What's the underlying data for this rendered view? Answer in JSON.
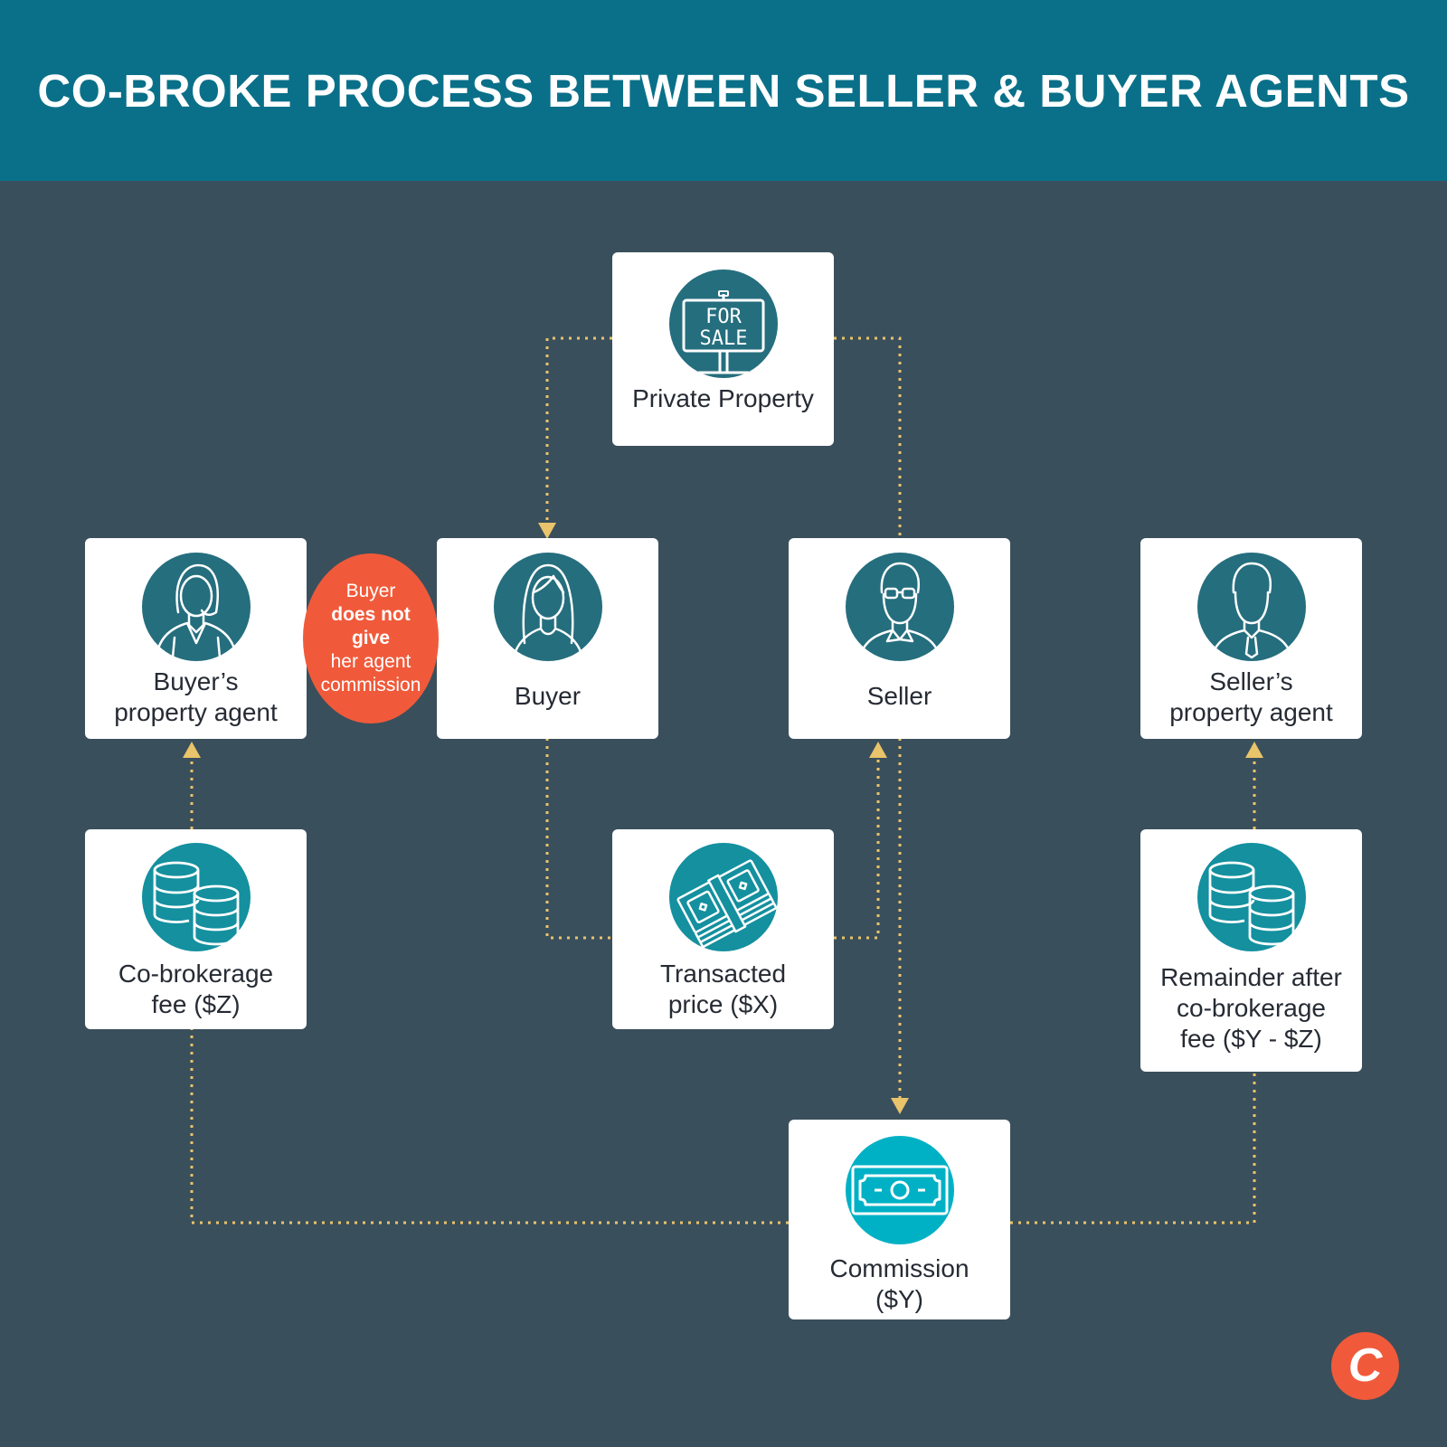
{
  "title": "CO-BROKE PROCESS BETWEEN SELLER & BUYER AGENTS",
  "colors": {
    "header_bg": "#0a7089",
    "background": "#3a4f5c",
    "box_bg": "#ffffff",
    "icon_dark": "#256e7e",
    "icon_teal": "#14909f",
    "icon_bright": "#00b1c5",
    "connector": "#e9c46a",
    "accent": "#f05a3a"
  },
  "nodes": {
    "private_property": {
      "icon": "for-sale-sign-icon",
      "sign_line1": "FOR",
      "sign_line2": "SALE",
      "label": "Private Property"
    },
    "buyer_agent": {
      "icon": "female-agent-icon",
      "label_line1": "Buyer’s",
      "label_line2": "property agent"
    },
    "buyer": {
      "icon": "female-buyer-icon",
      "label": "Buyer"
    },
    "seller": {
      "icon": "male-seller-icon",
      "label": "Seller"
    },
    "seller_agent": {
      "icon": "male-agent-icon",
      "label_line1": "Seller’s",
      "label_line2": "property agent"
    },
    "cobrokerage_fee": {
      "icon": "coin-stacks-icon",
      "label_line1": "Co-brokerage",
      "label_line2": "fee ($Z)"
    },
    "transacted_price": {
      "icon": "cash-bundle-icon",
      "label_line1": "Transacted",
      "label_line2": "price ($X)"
    },
    "remainder": {
      "icon": "coin-stacks-icon",
      "label_line1": "Remainder after",
      "label_line2": "co-brokerage",
      "label_line3": "fee ($Y - $Z)"
    },
    "commission": {
      "icon": "banknote-icon",
      "label_line1": "Commission",
      "label_line2": "($Y)"
    }
  },
  "note": {
    "line1": "Buyer",
    "line2": "does not",
    "line3": "give",
    "line4": "her agent",
    "line5": "commission"
  },
  "connections": [
    {
      "from": "private_property",
      "to": "buyer"
    },
    {
      "from": "private_property",
      "to": "seller"
    },
    {
      "from": "buyer",
      "to": "transacted_price"
    },
    {
      "from": "transacted_price",
      "to": "seller"
    },
    {
      "from": "seller",
      "to": "commission"
    },
    {
      "from": "commission",
      "to": "cobrokerage_fee"
    },
    {
      "from": "commission",
      "to": "remainder"
    },
    {
      "from": "cobrokerage_fee",
      "to": "buyer_agent"
    },
    {
      "from": "remainder",
      "to": "seller_agent"
    }
  ],
  "logo": {
    "icon": "brand-logo-icon",
    "letter": "C"
  }
}
